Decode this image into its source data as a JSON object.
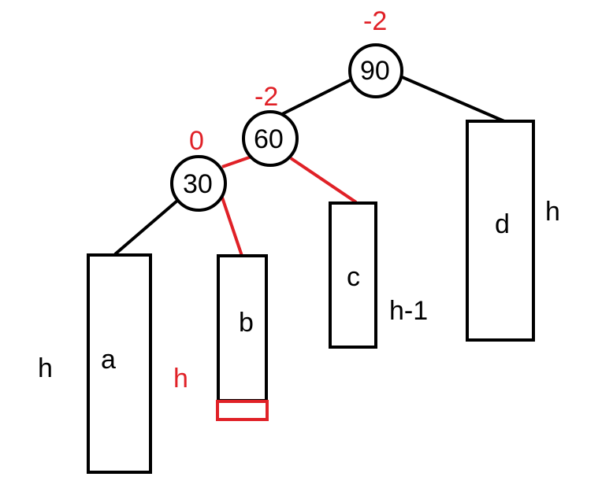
{
  "colors": {
    "ink": "#000000",
    "highlight": "#e02127"
  },
  "nodes": [
    {
      "id": "n90",
      "value": "90",
      "balance": "-2"
    },
    {
      "id": "n60",
      "value": "60",
      "balance": "-2"
    },
    {
      "id": "n30",
      "value": "30",
      "balance": "0"
    }
  ],
  "subtrees": [
    {
      "id": "a",
      "label": "a",
      "height_label": "h"
    },
    {
      "id": "b",
      "label": "b",
      "height_label": "h"
    },
    {
      "id": "c",
      "label": "c",
      "height_label": "h-1"
    },
    {
      "id": "d",
      "label": "d",
      "height_label": "h"
    }
  ]
}
